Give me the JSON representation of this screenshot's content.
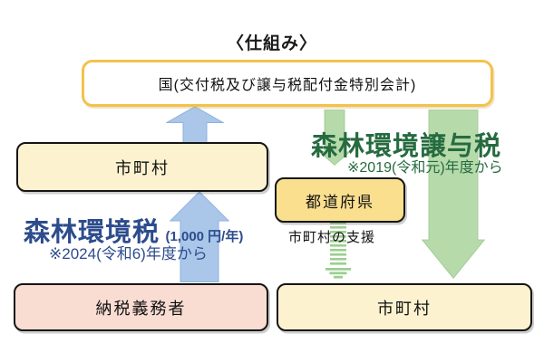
{
  "title": "〈仕組み〉",
  "nodes": {
    "national": "国(交付税及び譲与税配付金特別会計)",
    "municipality_left": "市町村",
    "taxpayer": "納税義務者",
    "prefecture": "都道府県",
    "municipality_right": "市町村"
  },
  "annotations": {
    "forest_env_tax": {
      "name": "森林環境税",
      "amount": "(1,000 円/年)",
      "note": "※2024(令和6)年度から"
    },
    "forest_env_transfer_tax": {
      "name": "森林環境譲与税",
      "note": "※2019(令和元)年度から"
    },
    "support_note": "市町村の支援"
  },
  "colors": {
    "national_box_border": "#f3c24a",
    "municipality_box_fill": "#fdf2d0",
    "prefecture_box_fill": "#fadf8f",
    "taxpayer_box_fill": "#f9dcd2",
    "blue_arrow_fill": "#aac7e9",
    "green_arrow_fill": "#b6daaa",
    "dashed_arrow_green": "#9ccf90",
    "forest_env_tax_text": "#2d4c8d",
    "forest_env_transfer_tax_text": "#266b40"
  }
}
